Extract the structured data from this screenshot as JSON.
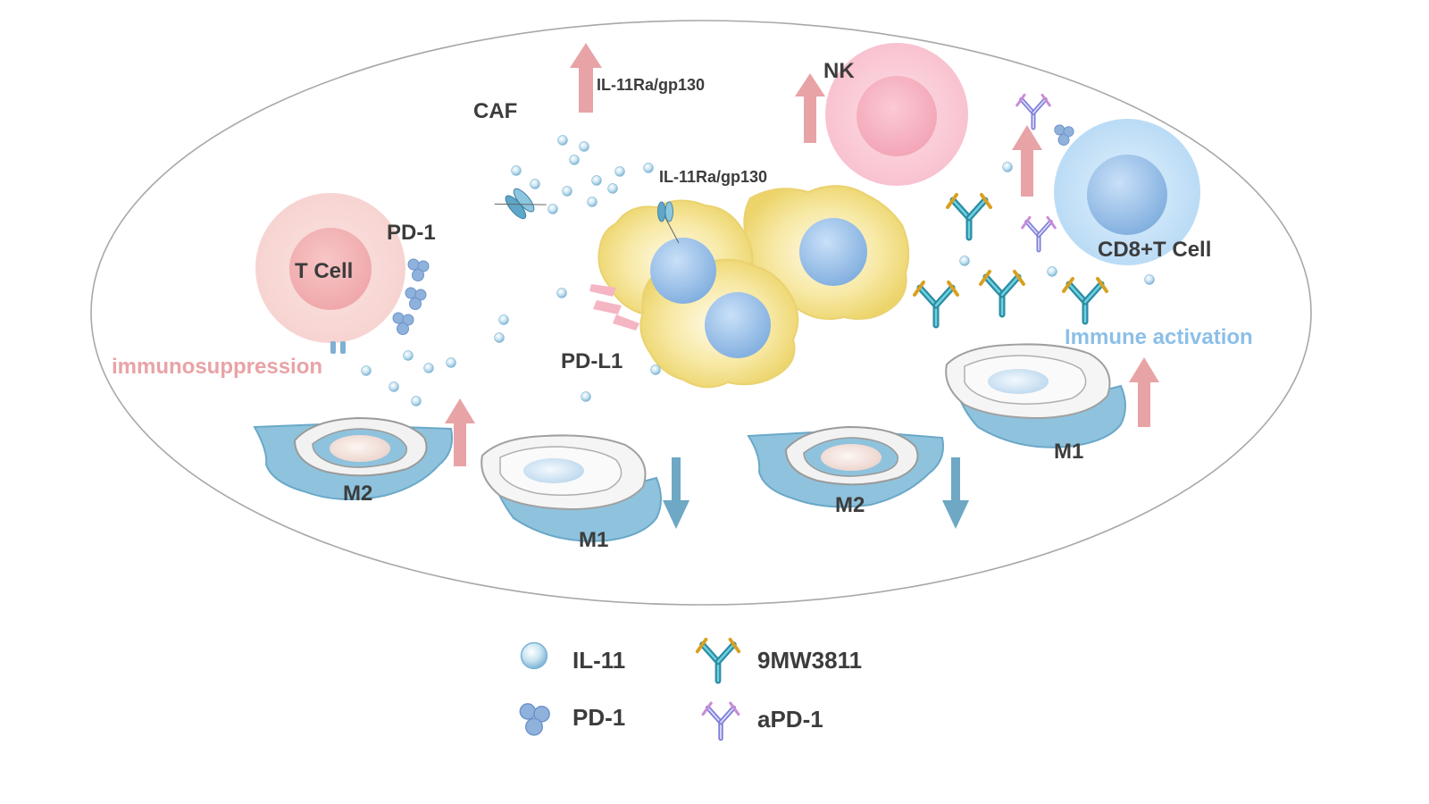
{
  "labels": {
    "caf": "CAF",
    "receptor_top": "IL-11Ra/gp130",
    "receptor_mid": "IL-11Ra/gp130",
    "nk": "NK",
    "t_cell": "T Cell",
    "pd1": "PD-1",
    "pdl1": "PD-L1",
    "cd8": "CD8+T Cell",
    "immunosuppression": "immunosuppression",
    "immune_activation": "Immune activation",
    "m2_left": "M2",
    "m1_left": "M1",
    "m2_right": "M2",
    "m1_right": "M1"
  },
  "legend": {
    "il11": "IL-11",
    "pd1": "PD-1",
    "drug": "9MW3811",
    "apd1": "aPD-1"
  },
  "colors": {
    "arrow_up": "#e8a3a6",
    "arrow_down": "#6ea8c4",
    "immunosuppression_text": "#e8a3a6",
    "immune_activation_text": "#8cbfe8",
    "caf_yellow": "#f1de7a",
    "nucleus_blue": "#8fbbe8",
    "nk_pink": "#f7b8c8",
    "cd8_blue": "#b8dcf7",
    "macrophage_blue": "#8fc3dd"
  }
}
